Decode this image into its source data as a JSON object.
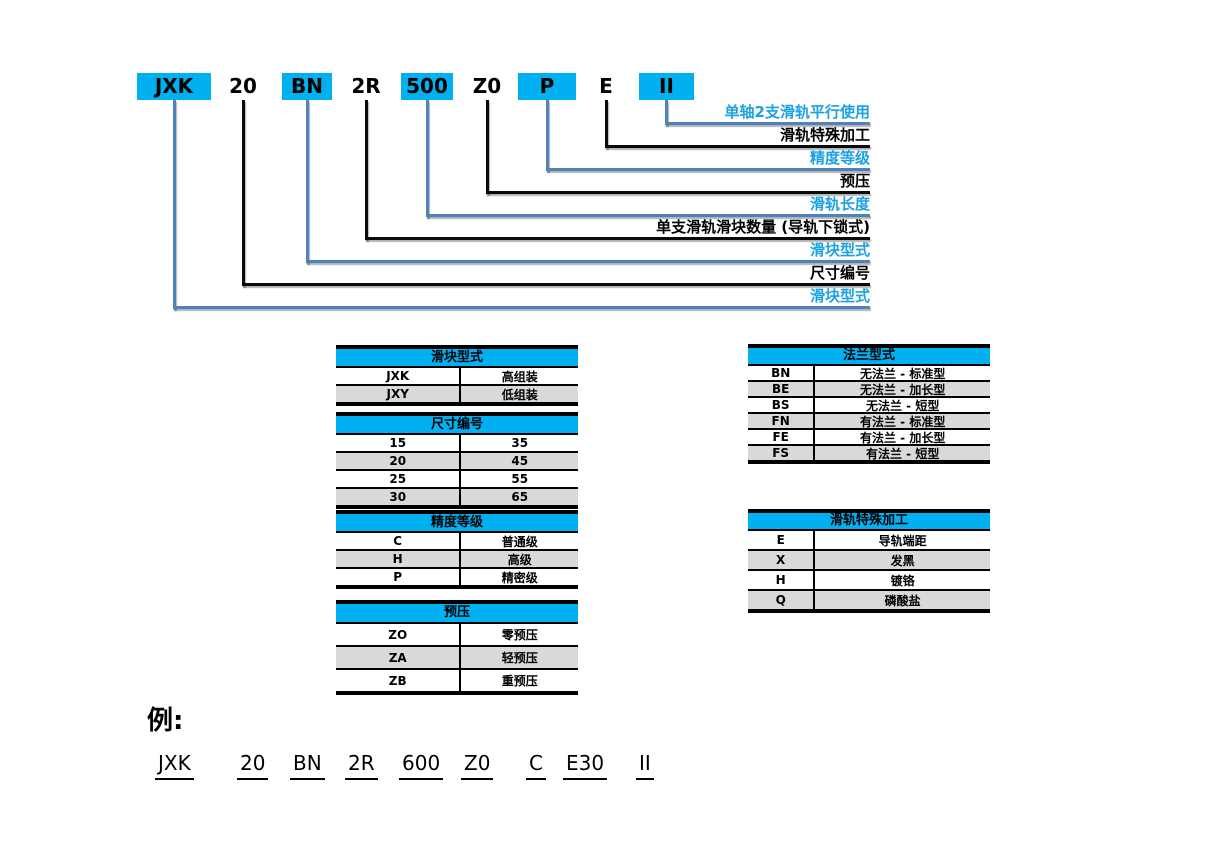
{
  "colors": {
    "cyan_fill": "#00b0f0",
    "label_blue": "#1ba2e2",
    "steel_blue_line": "#4f81bd",
    "black_line": "#0a0a0a",
    "gray_row": "#d9d9d9",
    "white_row": "#ffffff"
  },
  "part_number": {
    "segments": [
      {
        "code": "JXK",
        "boxed": true,
        "label": "滑块型式",
        "label_color": "blue"
      },
      {
        "code": "20",
        "boxed": false,
        "label": "尺寸编号",
        "label_color": "black"
      },
      {
        "code": "BN",
        "boxed": true,
        "label": "滑块型式",
        "label_color": "blue"
      },
      {
        "code": "2R",
        "boxed": false,
        "label": "单支滑轨滑块数量 (导轨下锁式)",
        "label_color": "black"
      },
      {
        "code": "500",
        "boxed": true,
        "label": "滑轨长度",
        "label_color": "blue"
      },
      {
        "code": "Z0",
        "boxed": false,
        "label": "预压",
        "label_color": "black"
      },
      {
        "code": "P",
        "boxed": true,
        "label": "精度等级",
        "label_color": "blue"
      },
      {
        "code": "E",
        "boxed": false,
        "label": "滑轨特殊加工",
        "label_color": "black"
      },
      {
        "code": "II",
        "boxed": true,
        "label": "单轴2支滑轨平行使用",
        "label_color": "blue"
      }
    ]
  },
  "tables": [
    {
      "id": "block-type",
      "title": "滑块型式",
      "rows": [
        [
          "JXK",
          "高组装"
        ],
        [
          "JXY",
          "低组装"
        ]
      ]
    },
    {
      "id": "size-number",
      "title": "尺寸编号",
      "rows": [
        [
          "15",
          "35"
        ],
        [
          "20",
          "45"
        ],
        [
          "25",
          "55"
        ],
        [
          "30",
          "65"
        ]
      ]
    },
    {
      "id": "precision-grade",
      "title": "精度等级",
      "rows": [
        [
          "C",
          "普通级"
        ],
        [
          "H",
          "高级"
        ],
        [
          "P",
          "精密级"
        ]
      ]
    },
    {
      "id": "preload",
      "title": "预压",
      "rows": [
        [
          "ZO",
          "零预压"
        ],
        [
          "ZA",
          "轻预压"
        ],
        [
          "ZB",
          "重预压"
        ]
      ]
    },
    {
      "id": "flange-type",
      "title": "法兰型式",
      "rows": [
        [
          "BN",
          "无法兰 - 标准型"
        ],
        [
          "BE",
          "无法兰 - 加长型"
        ],
        [
          "BS",
          "无法兰 - 短型"
        ],
        [
          "FN",
          "有法兰 - 标准型"
        ],
        [
          "FE",
          "有法兰 - 加长型"
        ],
        [
          "FS",
          "有法兰 - 短型"
        ]
      ]
    },
    {
      "id": "rail-special-machining",
      "title": "滑轨特殊加工",
      "rows": [
        [
          "E",
          "导轨端距"
        ],
        [
          "X",
          "发黑"
        ],
        [
          "H",
          "镀铬"
        ],
        [
          "Q",
          "磷酸盐"
        ]
      ]
    }
  ],
  "example": {
    "prefix": "例:",
    "segments": [
      "JXK",
      "20",
      "BN",
      "2R",
      "600",
      "Z0",
      "C",
      "E30",
      "II"
    ]
  }
}
